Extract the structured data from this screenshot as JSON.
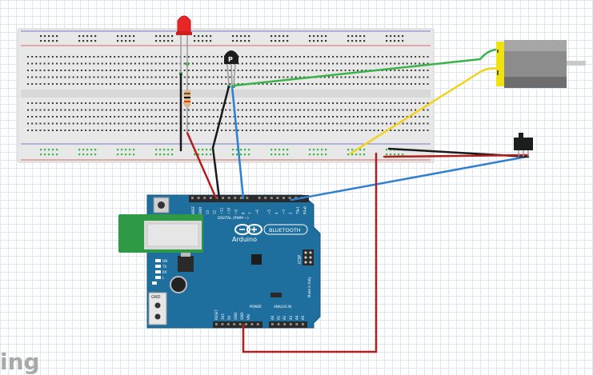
{
  "watermark": "ing",
  "board": {
    "brand": "Arduino",
    "module_label": "BLUETOOTH",
    "header_label": "DIGITAL (PWM ~)",
    "analog_label": "ANALOG IN",
    "power_label": "POWER",
    "icsp_label": "ICSP",
    "gnd_label": "GND",
    "made_in": "Made in Italy",
    "digital_pins": [
      "AREF",
      "GND",
      "13",
      "12",
      "~11",
      "~10",
      "~9",
      "8",
      "7",
      "~6",
      "~5",
      "4",
      "~3",
      "2",
      "TX▸1",
      "RX◂0"
    ],
    "analog_pins": [
      "A0",
      "A1",
      "A2",
      "A3",
      "A4",
      "A5"
    ],
    "power_pins": [
      "RESET",
      "3V3",
      "5V",
      "GND",
      "GND",
      "VIN"
    ],
    "led_labels": [
      "ON",
      "TX",
      "RX",
      "L"
    ]
  },
  "transistor": {
    "label": "P"
  },
  "colors": {
    "breadboard": "#e9e9e9",
    "board_blue": "#1f6f9e",
    "bt_green": "#2e9a46",
    "wire_red": "#b01e1e",
    "wire_green": "#3bb34a",
    "wire_blue": "#2f7fd1",
    "wire_yellow": "#f2d31b",
    "wire_black": "#1a1a1a",
    "motor_yellow": "#f0e20e",
    "led_red": "#e82626"
  }
}
